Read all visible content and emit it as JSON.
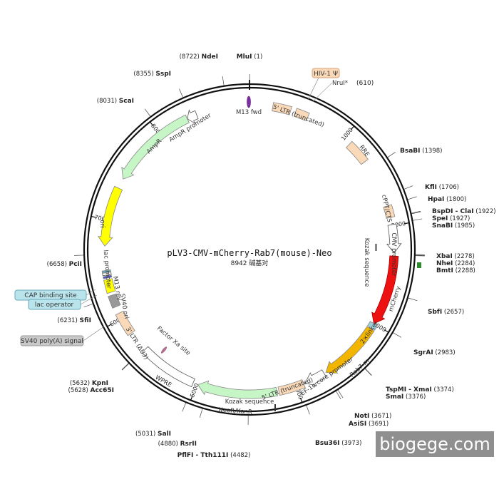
{
  "plasmid": {
    "name": "pLV3-CMV-mCherry-Rab7(mouse)-Neo",
    "size_label": "8942 碱基对",
    "length": 8942
  },
  "scale_ticks": [
    {
      "pos": 1000,
      "label": "1000"
    },
    {
      "pos": 2000,
      "label": "2000"
    },
    {
      "pos": 3000,
      "label": "3000"
    },
    {
      "pos": 4000,
      "label": "4000"
    },
    {
      "pos": 5000,
      "label": "5000"
    },
    {
      "pos": 6000,
      "label": "6000"
    },
    {
      "pos": 7000,
      "label": "7000"
    },
    {
      "pos": 8000,
      "label": "8000"
    }
  ],
  "features": [
    {
      "name": "M13 fwd",
      "start": 8920,
      "end": 30,
      "color": "#7b2fa0",
      "kind": "arrow",
      "dir": -1
    },
    {
      "name": "5' LTR (truncated)",
      "start": 230,
      "end": 410,
      "color": "#f9d9b8",
      "kind": "box",
      "dir": 0
    },
    {
      "name": "HIV-1 Ψ",
      "start": 460,
      "end": 590,
      "color": "#f9d9b8",
      "kind": "box",
      "dir": 0
    },
    {
      "name": "RRE",
      "start": 1080,
      "end": 1310,
      "color": "#f9d9b8",
      "kind": "box",
      "dir": 0
    },
    {
      "name": "cPPT/CTS",
      "start": 1800,
      "end": 1918,
      "color": "#f9d9b8",
      "kind": "box",
      "dir": 0
    },
    {
      "name": "CMV promoter",
      "start": 1990,
      "end": 2270,
      "color": "#ffffff",
      "kind": "arrow",
      "dir": 1
    },
    {
      "name": "mCherry",
      "start": 2300,
      "end": 3000,
      "color": "#ee1111",
      "kind": "arrow",
      "dir": 1
    },
    {
      "name": "2×linker",
      "start": 3000,
      "end": 3050,
      "color": "#9ccfd8",
      "kind": "box",
      "dir": 0
    },
    {
      "name": "Rab7-m",
      "start": 3060,
      "end": 3680,
      "color": "#f2b600",
      "kind": "arrow",
      "dir": 1
    },
    {
      "name": "EF-1α core promoter",
      "start": 3700,
      "end": 3910,
      "color": "#ffffff",
      "kind": "arrow",
      "dir": 1
    },
    {
      "name": "5' LTR (truncated)",
      "start": 3925,
      "end": 4180,
      "color": "#f9d9b8",
      "kind": "box",
      "dir": 0
    },
    {
      "name": "NeoR/KanR",
      "start": 4200,
      "end": 4990,
      "color": "#c6f5c6",
      "kind": "arrow",
      "dir": 1
    },
    {
      "name": "WPRE",
      "start": 5040,
      "end": 5620,
      "color": "#ffffff",
      "kind": "box",
      "dir": 0
    },
    {
      "name": "3' LTR (ΔU3)",
      "start": 5830,
      "end": 6060,
      "color": "#f9d9b8",
      "kind": "box",
      "dir": 0
    },
    {
      "name": "SV40 poly(A) signal",
      "start": 6130,
      "end": 6250,
      "color": "#999999",
      "kind": "box",
      "dir": 0
    },
    {
      "name": "SV40 ori",
      "start": 6280,
      "end": 6410,
      "color": "#ffff00",
      "kind": "box",
      "dir": 0
    },
    {
      "name": "lac operator",
      "start": 6425,
      "end": 6445,
      "color": "#5050cc",
      "kind": "box",
      "dir": 0
    },
    {
      "name": "lac promoter",
      "start": 6455,
      "end": 6478,
      "color": "#ffffff",
      "kind": "box",
      "dir": 0
    },
    {
      "name": "CAP binding site",
      "start": 6480,
      "end": 6500,
      "color": "#66aabb",
      "kind": "box",
      "dir": 0
    },
    {
      "name": "ori",
      "start": 6740,
      "end": 7330,
      "color": "#ffff00",
      "kind": "arrow",
      "dir": -1
    },
    {
      "name": "AmpR",
      "start": 7430,
      "end": 8310,
      "color": "#c6f5c6",
      "kind": "arrow",
      "dir": -1
    },
    {
      "name": "AmpR promoter",
      "start": 8310,
      "end": 8410,
      "color": "#ffffff",
      "kind": "arrow",
      "dir": -1
    },
    {
      "name": "Kozak sequence",
      "start": 2300,
      "end": 2308,
      "color": "#888888",
      "kind": "box",
      "dir": 0
    },
    {
      "name": "Factor Xa site",
      "start": 5900,
      "end": 5910,
      "color": "#b07090",
      "kind": "box",
      "dir": 0
    }
  ],
  "feature_labels": [
    {
      "text": "M13 fwd",
      "ref": "M13 fwd"
    },
    {
      "text": "5' LTR (truncated)",
      "ref": "5ltr1"
    },
    {
      "text": "HIV-1 Ψ",
      "ref": "psi"
    },
    {
      "text": "NruI*",
      "ref": "nrui"
    },
    {
      "text": "RRE",
      "ref": "rre"
    },
    {
      "text": "cPPT/CTS",
      "ref": "cppt"
    },
    {
      "text": "CMV promoter",
      "ref": "cmv"
    },
    {
      "text": "Kozak sequence",
      "ref": "kozak1"
    },
    {
      "text": "mCherry",
      "ref": "mcherry"
    },
    {
      "text": "2×linker",
      "ref": "linker"
    },
    {
      "text": "Rab7-m",
      "ref": "rab7"
    },
    {
      "text": "EF-1α core promoter",
      "ref": "ef1a"
    },
    {
      "text": "5' LTR (truncated)",
      "ref": "5ltr2"
    },
    {
      "text": "Kozak sequence",
      "ref": "kozak2"
    },
    {
      "text": "NeoR/KanR",
      "ref": "neor"
    },
    {
      "text": "WPRE",
      "ref": "wpre"
    },
    {
      "text": "3' LTR (ΔU3)",
      "ref": "3ltr"
    },
    {
      "text": "Factor Xa site",
      "ref": "fxa"
    },
    {
      "text": "SV40 ori",
      "ref": "sv40ori"
    },
    {
      "text": "M13 rev",
      "ref": "m13rev"
    },
    {
      "text": "lac promoter",
      "ref": "lacp"
    },
    {
      "text": "ori",
      "ref": "ori"
    },
    {
      "text": "AmpR",
      "ref": "ampr"
    },
    {
      "text": "AmpR promoter",
      "ref": "amprp"
    }
  ],
  "tag_labels": [
    {
      "text": "CAP binding site",
      "fill": "#b9e4ec",
      "stroke": "#6aa9b8"
    },
    {
      "text": "lac operator",
      "fill": "#b9e4ec",
      "stroke": "#6aa9b8"
    },
    {
      "text": "SV40 poly(A) signal",
      "fill": "#c8c8c8",
      "stroke": "#9a9a9a"
    },
    {
      "text": "HIV-1 Ψ",
      "fill": "#f9d9b8",
      "stroke": "#d9a07a"
    }
  ],
  "sites": [
    {
      "name": "MluI",
      "pos": "(1)",
      "bp": 1
    },
    {
      "name": "NruI*",
      "pos": "(610)",
      "bp": 610
    },
    {
      "name": "BsaBI",
      "pos": "(1398)",
      "bp": 1398
    },
    {
      "name": "KflI",
      "pos": "(1706)",
      "bp": 1706
    },
    {
      "name": "HpaI",
      "pos": "(1800)",
      "bp": 1800
    },
    {
      "name": "BspDI - ClaI",
      "pos": "(1922)",
      "bp": 1922
    },
    {
      "name": "SpeI",
      "pos": "(1927)",
      "bp": 1927
    },
    {
      "name": "SnaBI",
      "pos": "(1985)",
      "bp": 1985
    },
    {
      "name": "XbaI",
      "pos": "(2278)",
      "bp": 2278
    },
    {
      "name": "NheI",
      "pos": "(2284)",
      "bp": 2284
    },
    {
      "name": "BmtI",
      "pos": "(2288)",
      "bp": 2288
    },
    {
      "name": "SbfI",
      "pos": "(2657)",
      "bp": 2657
    },
    {
      "name": "SgrAI",
      "pos": "(2983)",
      "bp": 2983
    },
    {
      "name": "TspMI - XmaI",
      "pos": "(3374)",
      "bp": 3374
    },
    {
      "name": "SmaI",
      "pos": "(3376)",
      "bp": 3376
    },
    {
      "name": "NotI",
      "pos": "(3671)",
      "bp": 3671
    },
    {
      "name": "AsiSI",
      "pos": "(3691)",
      "bp": 3691
    },
    {
      "name": "Bsu36I",
      "pos": "(3973)",
      "bp": 3973
    },
    {
      "name": "PflFI - Tth111I",
      "pos": "(4482)",
      "bp": 4482
    },
    {
      "name": "RsrII",
      "pos": "(4880)",
      "bp": 4880
    },
    {
      "name": "SalI",
      "pos": "(5031)",
      "bp": 5031
    },
    {
      "name": "KpnI",
      "pos": "(5632)",
      "bp": 5632
    },
    {
      "name": "Acc65I",
      "pos": "(5628)",
      "bp": 5628
    },
    {
      "name": "SfiI",
      "pos": "(6231)",
      "bp": 6231
    },
    {
      "name": "PciI",
      "pos": "(6658)",
      "bp": 6658
    },
    {
      "name": "ScaI",
      "pos": "(8031)",
      "bp": 8031
    },
    {
      "name": "SspI",
      "pos": "(8355)",
      "bp": 8355
    },
    {
      "name": "NdeI",
      "pos": "(8722)",
      "bp": 8722
    }
  ],
  "watermark": "biogege.com"
}
